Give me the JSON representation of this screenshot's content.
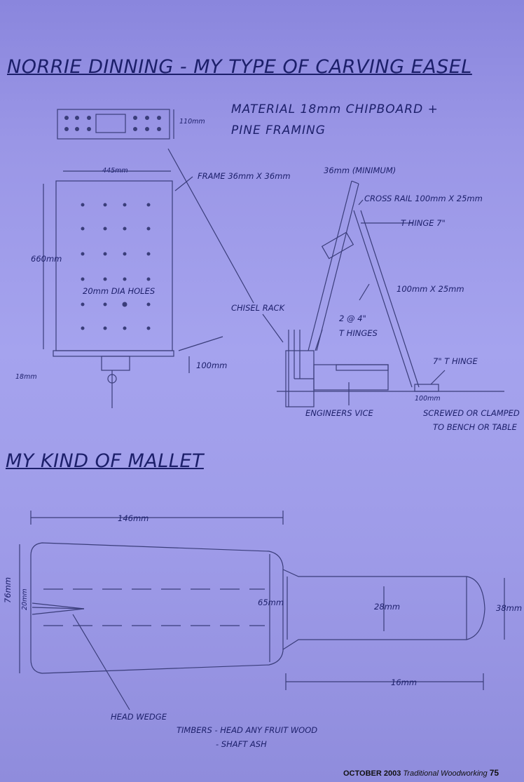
{
  "easel": {
    "title": "NORRIE DINNING - MY TYPE OF CARVING EASEL",
    "material_line1": "MATERIAL 18mm CHIPBOARD +",
    "material_line2": "PINE FRAMING",
    "dims": {
      "rack_height": "110mm",
      "board_width": "445mm",
      "board_height": "660mm",
      "board_thickness": "18mm",
      "base_height": "100mm",
      "post_min": "36mm (MINIMUM)",
      "frame": "FRAME 36mm X 36mm",
      "cross_rail": "CROSS RAIL 100mm X 25mm",
      "t_hinge_7": "T HINGE 7\"",
      "leg": "100mm X 25mm",
      "t_hinges_qty": "2 @ 4\"",
      "t_hinges": "T HINGES",
      "t_hinge_foot": "7\" T HINGE",
      "foot_width": "100mm"
    },
    "holes_label": "20mm DIA HOLES",
    "chisel_rack": "CHISEL RACK",
    "engineers_vice": "ENGINEERS VICE",
    "screwed_line1": "SCREWED OR CLAMPED",
    "screwed_line2": "TO BENCH OR TABLE"
  },
  "mallet": {
    "title": "MY KIND OF MALLET",
    "dims": {
      "head_length": "146mm",
      "head_height": "76mm",
      "wedge_slot": "20mm",
      "head_end": "65mm",
      "shaft_dia": "28mm",
      "shaft_end": "38mm",
      "shaft_length": "16mm"
    },
    "head_wedge": "HEAD WEDGE",
    "timbers_line1": "TIMBERS - HEAD ANY FRUIT WOOD",
    "timbers_line2": "- SHAFT ASH"
  },
  "footer": {
    "date": "OCTOBER 2003",
    "publication": "Traditional Woodworking",
    "page": "75"
  },
  "colors": {
    "background": "#9a96e6",
    "ink": "#1c1f6a",
    "pencil": "#3a3d7a"
  }
}
